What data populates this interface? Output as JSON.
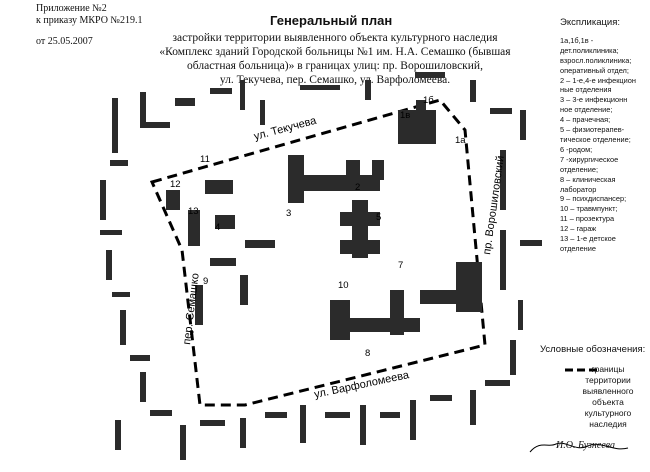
{
  "header": {
    "attachment": "Приложение №2",
    "order": "к приказу МКРО №219.1",
    "date": "от 25.05.2007"
  },
  "title": "Генеральный план",
  "subtitle_lines": [
    "застройки территории выявленного объекта культурного наследия",
    "«Комплекс зданий Городской больницы №1 им. Н.А. Семашко (бывшая",
    "областная больница)» в границах улиц: пр. Ворошиловский,",
    "ул. Текучева, пер. Семашко, ул. Варфоломеева."
  ],
  "explication": {
    "title": "Экспликация:",
    "items": [
      "1а,1б,1в -",
      "дет.поликлиника;",
      "взросл.поликлиника;",
      "оперативный отдел;",
      "2 – 1-е,4-е инфекцион",
      "ные отделения",
      "3 – 3-е инфекционн",
      "ное отделение;",
      "4 – прачечная;",
      "5 – физиотерапев-",
      "тическое отделение;",
      "6 -родом;",
      "7 -хирургическое",
      "отделение;",
      "8 – клиническая лаборатор",
      "9 – психдиспансер;",
      "10 – травмпункт;",
      "11 – прозектура",
      "12 – гараж",
      "13 – 1-е детское отделение"
    ]
  },
  "legend": {
    "title": "Условные обозначения:",
    "boundary_label": "границы территории выявленного объекта культурного наследия"
  },
  "signature": "И.О. Бузнеева",
  "streets": {
    "north": "ул. Текучева",
    "east": "пр. Ворошиловский",
    "south": "ул. Варфоломеева",
    "west": "пер. Семашко"
  },
  "building_numbers": {
    "n1a": "1а",
    "n1b": "1б",
    "n1v": "1в",
    "n2": "2",
    "n3": "3",
    "n4": "4",
    "n5": "5",
    "n7": "7",
    "n8": "8",
    "n9": "9",
    "n10": "10",
    "n11": "11",
    "n12": "12",
    "n13": "13"
  },
  "colors": {
    "building": "#2b2b2b",
    "boundary": "#000000",
    "paper": "#ffffff"
  }
}
